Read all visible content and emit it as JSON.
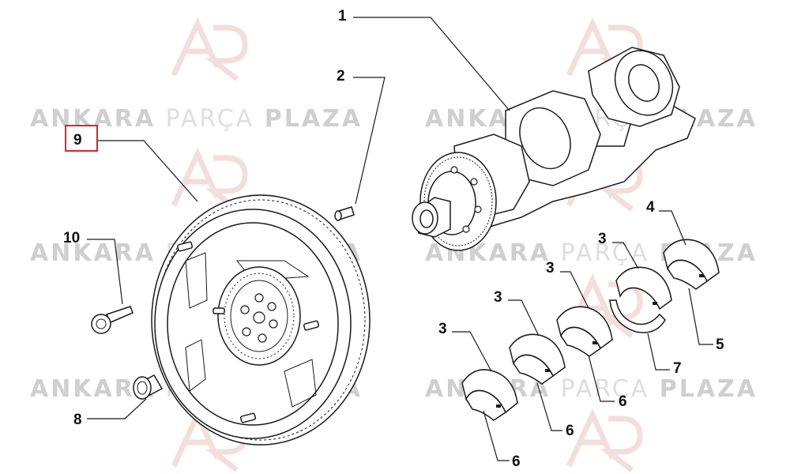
{
  "watermark": {
    "word_1": "ANKARA",
    "word_2": "PARÇA",
    "word_3": "PLAZA"
  },
  "callouts": [
    {
      "label": "1"
    },
    {
      "label": "2"
    },
    {
      "label": "9"
    },
    {
      "label": "10"
    },
    {
      "label": "8"
    },
    {
      "label": "4"
    },
    {
      "label": "3"
    },
    {
      "label": "3"
    },
    {
      "label": "3"
    },
    {
      "label": "3"
    },
    {
      "label": "5"
    },
    {
      "label": "7"
    },
    {
      "label": "6"
    },
    {
      "label": "6"
    },
    {
      "label": "6"
    }
  ],
  "highlight": {
    "callout_index": 2,
    "color": "#d9262a"
  },
  "colors": {
    "line": "#1a1a1a",
    "watermark_logo": "#f3dede"
  }
}
